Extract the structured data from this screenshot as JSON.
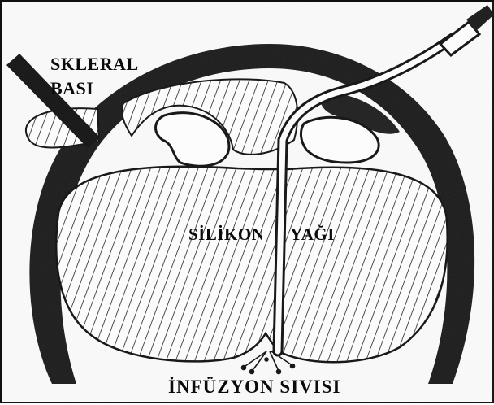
{
  "labels": {
    "scleral_line1": "SKLERAL",
    "scleral_line2": "BASI",
    "silicone_word1": "SİLİKON",
    "silicone_word2": "YAĞI",
    "infusion": "İNFÜZYON SIVISI"
  },
  "colors": {
    "ink": "#111111",
    "paper": "#fbfbfb"
  }
}
